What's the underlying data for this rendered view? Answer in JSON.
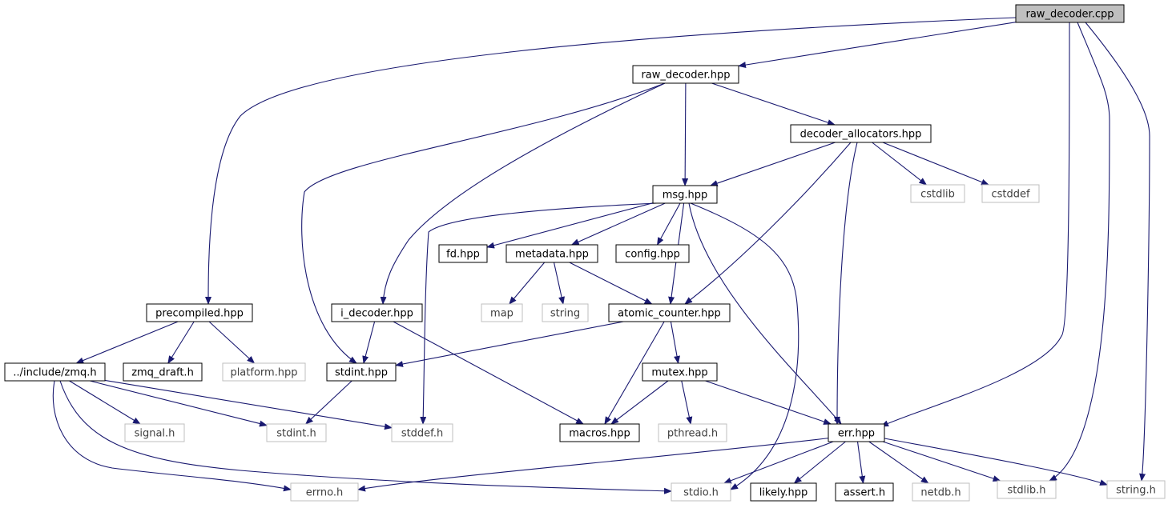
{
  "graph": {
    "edge_color": "#191970",
    "nodes": [
      {
        "id": "raw_decoder_cpp",
        "label": "raw_decoder.cpp",
        "kind": "main"
      },
      {
        "id": "raw_decoder_hpp",
        "label": "raw_decoder.hpp",
        "kind": "doc"
      },
      {
        "id": "precompiled_hpp",
        "label": "precompiled.hpp",
        "kind": "doc"
      },
      {
        "id": "err_hpp",
        "label": "err.hpp",
        "kind": "doc"
      },
      {
        "id": "stdlib_h",
        "label": "stdlib.h",
        "kind": "ext"
      },
      {
        "id": "string_h",
        "label": "string.h",
        "kind": "ext"
      },
      {
        "id": "decoder_allocators_hpp",
        "label": "decoder_allocators.hpp",
        "kind": "doc"
      },
      {
        "id": "msg_hpp",
        "label": "msg.hpp",
        "kind": "doc"
      },
      {
        "id": "cstdlib",
        "label": "cstdlib",
        "kind": "ext"
      },
      {
        "id": "cstddef",
        "label": "cstddef",
        "kind": "ext"
      },
      {
        "id": "fd_hpp",
        "label": "fd.hpp",
        "kind": "doc"
      },
      {
        "id": "metadata_hpp",
        "label": "metadata.hpp",
        "kind": "doc"
      },
      {
        "id": "config_hpp",
        "label": "config.hpp",
        "kind": "doc"
      },
      {
        "id": "map",
        "label": "map",
        "kind": "ext"
      },
      {
        "id": "string",
        "label": "string",
        "kind": "ext"
      },
      {
        "id": "i_decoder_hpp",
        "label": "i_decoder.hpp",
        "kind": "doc"
      },
      {
        "id": "atomic_counter_hpp",
        "label": "atomic_counter.hpp",
        "kind": "doc"
      },
      {
        "id": "zmq_h",
        "label": "../include/zmq.h",
        "kind": "doc"
      },
      {
        "id": "zmq_draft_h",
        "label": "zmq_draft.h",
        "kind": "doc"
      },
      {
        "id": "platform_hpp",
        "label": "platform.hpp",
        "kind": "ext"
      },
      {
        "id": "stdint_hpp",
        "label": "stdint.hpp",
        "kind": "doc"
      },
      {
        "id": "mutex_hpp",
        "label": "mutex.hpp",
        "kind": "doc"
      },
      {
        "id": "signal_h",
        "label": "signal.h",
        "kind": "ext"
      },
      {
        "id": "stdint_h",
        "label": "stdint.h",
        "kind": "ext"
      },
      {
        "id": "stddef_h",
        "label": "stddef.h",
        "kind": "ext"
      },
      {
        "id": "macros_hpp",
        "label": "macros.hpp",
        "kind": "doc"
      },
      {
        "id": "pthread_h",
        "label": "pthread.h",
        "kind": "ext"
      },
      {
        "id": "errno_h",
        "label": "errno.h",
        "kind": "ext"
      },
      {
        "id": "stdio_h",
        "label": "stdio.h",
        "kind": "ext"
      },
      {
        "id": "likely_hpp",
        "label": "likely.hpp",
        "kind": "doc"
      },
      {
        "id": "assert_h",
        "label": "assert.h",
        "kind": "doc"
      },
      {
        "id": "netdb_h",
        "label": "netdb.h",
        "kind": "ext"
      }
    ],
    "edges": [
      [
        "raw_decoder_cpp",
        "raw_decoder_hpp"
      ],
      [
        "raw_decoder_cpp",
        "precompiled_hpp"
      ],
      [
        "raw_decoder_cpp",
        "err_hpp"
      ],
      [
        "raw_decoder_cpp",
        "stdlib_h"
      ],
      [
        "raw_decoder_cpp",
        "string_h"
      ],
      [
        "raw_decoder_hpp",
        "stdint_hpp"
      ],
      [
        "raw_decoder_hpp",
        "i_decoder_hpp"
      ],
      [
        "raw_decoder_hpp",
        "msg_hpp"
      ],
      [
        "raw_decoder_hpp",
        "decoder_allocators_hpp"
      ],
      [
        "decoder_allocators_hpp",
        "msg_hpp"
      ],
      [
        "decoder_allocators_hpp",
        "atomic_counter_hpp"
      ],
      [
        "decoder_allocators_hpp",
        "err_hpp"
      ],
      [
        "decoder_allocators_hpp",
        "cstdlib"
      ],
      [
        "decoder_allocators_hpp",
        "cstddef"
      ],
      [
        "msg_hpp",
        "stddef_h"
      ],
      [
        "msg_hpp",
        "fd_hpp"
      ],
      [
        "msg_hpp",
        "metadata_hpp"
      ],
      [
        "msg_hpp",
        "config_hpp"
      ],
      [
        "msg_hpp",
        "atomic_counter_hpp"
      ],
      [
        "msg_hpp",
        "err_hpp"
      ],
      [
        "msg_hpp",
        "stdio_h"
      ],
      [
        "metadata_hpp",
        "map"
      ],
      [
        "metadata_hpp",
        "string"
      ],
      [
        "metadata_hpp",
        "atomic_counter_hpp"
      ],
      [
        "precompiled_hpp",
        "zmq_h"
      ],
      [
        "precompiled_hpp",
        "zmq_draft_h"
      ],
      [
        "precompiled_hpp",
        "platform_hpp"
      ],
      [
        "i_decoder_hpp",
        "stdint_hpp"
      ],
      [
        "i_decoder_hpp",
        "macros_hpp"
      ],
      [
        "atomic_counter_hpp",
        "stdint_hpp"
      ],
      [
        "atomic_counter_hpp",
        "macros_hpp"
      ],
      [
        "atomic_counter_hpp",
        "mutex_hpp"
      ],
      [
        "zmq_h",
        "signal_h"
      ],
      [
        "zmq_h",
        "stdint_h"
      ],
      [
        "zmq_h",
        "stddef_h"
      ],
      [
        "zmq_h",
        "errno_h"
      ],
      [
        "zmq_h",
        "stdio_h"
      ],
      [
        "stdint_hpp",
        "stdint_h"
      ],
      [
        "mutex_hpp",
        "macros_hpp"
      ],
      [
        "mutex_hpp",
        "pthread_h"
      ],
      [
        "mutex_hpp",
        "err_hpp"
      ],
      [
        "err_hpp",
        "errno_h"
      ],
      [
        "err_hpp",
        "stdio_h"
      ],
      [
        "err_hpp",
        "likely_hpp"
      ],
      [
        "err_hpp",
        "assert_h"
      ],
      [
        "err_hpp",
        "netdb_h"
      ],
      [
        "err_hpp",
        "stdlib_h"
      ],
      [
        "err_hpp",
        "string_h"
      ]
    ]
  }
}
